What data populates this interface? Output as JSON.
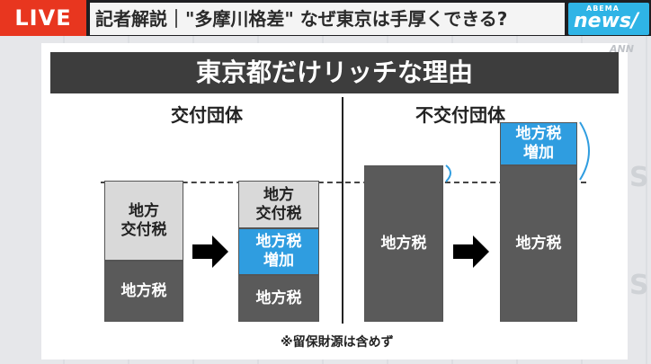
{
  "top_bar": {
    "live_label": "LIVE",
    "headline": "記者解説｜\"多摩川格差\" なぜ東京は手厚くできる?",
    "logo_small": "ABEMA",
    "logo_big": "news/",
    "watermark": "ANN"
  },
  "slide": {
    "title": "東京都だけリッチな理由",
    "left_heading": "交付団体",
    "right_heading": "不交付団体",
    "footnote": "※留保財源は含めず",
    "blocks": {
      "left_before_top": "地方\n交付税",
      "left_before_bottom": "地方税",
      "left_after_top": "地方\n交付税",
      "left_after_mid": "地方税\n増加",
      "left_after_bottom": "地方税",
      "right_before": "地方税",
      "right_after_top": "地方税\n増加",
      "right_after_bottom": "地方税"
    }
  },
  "colors": {
    "live_red": "#e8361f",
    "abema_blue": "#2fb4e6",
    "increase_blue": "#2f9de0",
    "dark_gray": "#5a5a5a",
    "light_gray": "#d9d9d9"
  }
}
